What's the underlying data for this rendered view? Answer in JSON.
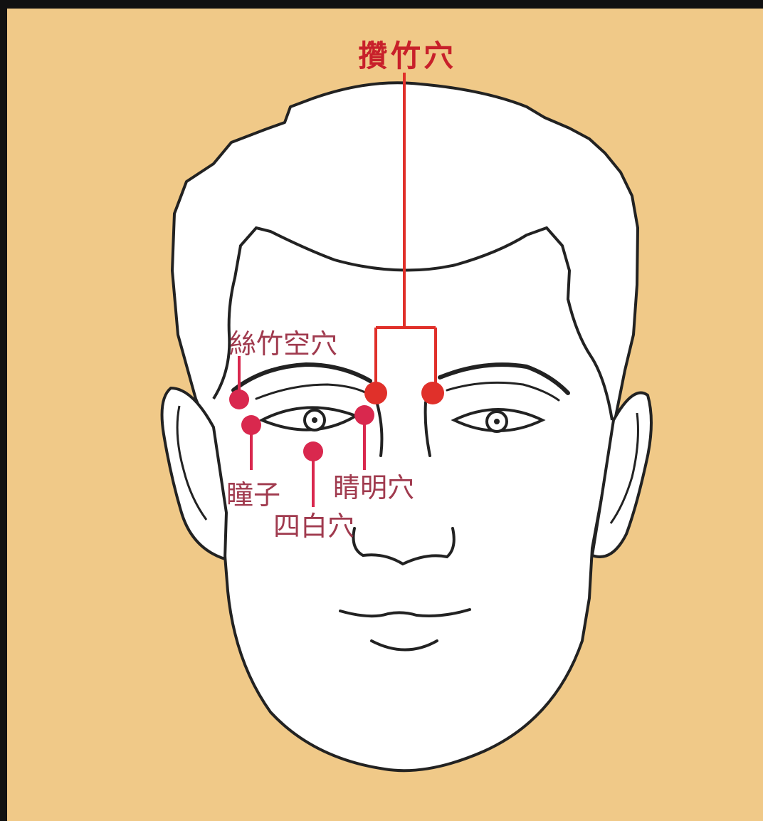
{
  "colors": {
    "background": "#f0c988",
    "frame": "#111111",
    "face_fill": "#ffffff",
    "outline": "#222222",
    "main_point": "#e0302a",
    "main_label": "#c8202a",
    "sub_point": "#d9284e",
    "sub_label": "#a03a4e"
  },
  "labels": {
    "main": "攢竹穴",
    "sizhu": "絲竹空穴",
    "tongzi": "瞳子",
    "sibai": "四白穴",
    "jingming": "睛明穴"
  },
  "points": [
    {
      "name": "攢竹穴",
      "count": 2
    },
    {
      "name": "絲竹空穴",
      "count": 1
    },
    {
      "name": "瞳子",
      "count": 1
    },
    {
      "name": "四白穴",
      "count": 1
    },
    {
      "name": "睛明穴",
      "count": 1
    }
  ]
}
